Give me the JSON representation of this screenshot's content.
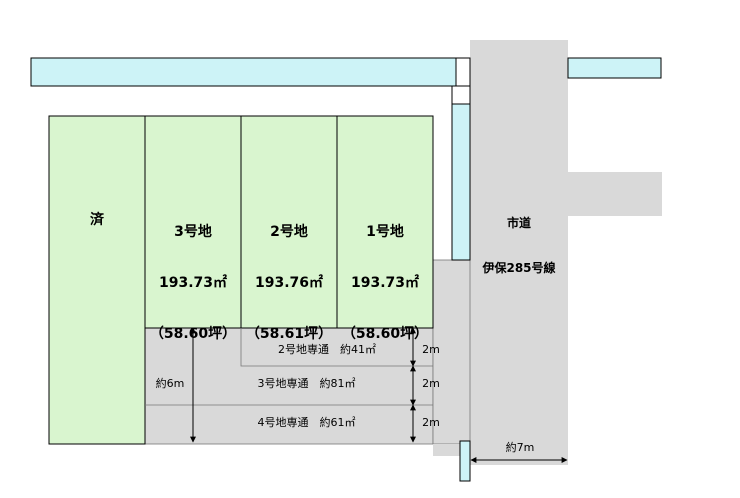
{
  "lots": [
    {
      "id": "3",
      "name": "3号地",
      "area_m2": "193.73㎡",
      "area_tsubo": "（58.60坪）"
    },
    {
      "id": "2",
      "name": "2号地",
      "area_m2": "193.76㎡",
      "area_tsubo": "（58.61坪）"
    },
    {
      "id": "1",
      "name": "1号地",
      "area_m2": "193.73㎡",
      "area_tsubo": "（58.60坪）"
    }
  ],
  "sold_label": "済",
  "city_road": {
    "line1": "市道",
    "line2": "伊保285号線"
  },
  "passages": [
    {
      "label": "2号地専通　約41㎡",
      "width": "2m"
    },
    {
      "label": "3号地専通　約81㎡",
      "width": "2m"
    },
    {
      "label": "4号地専通　約61㎡",
      "width": "2m"
    }
  ],
  "passage_total_width": "約6m",
  "road_width": "約7m",
  "colors": {
    "lot_green": "#d9f5cf",
    "water_cyan": "#cdf3f7",
    "road_gray": "#d9d9d9",
    "outline": "#000000"
  }
}
